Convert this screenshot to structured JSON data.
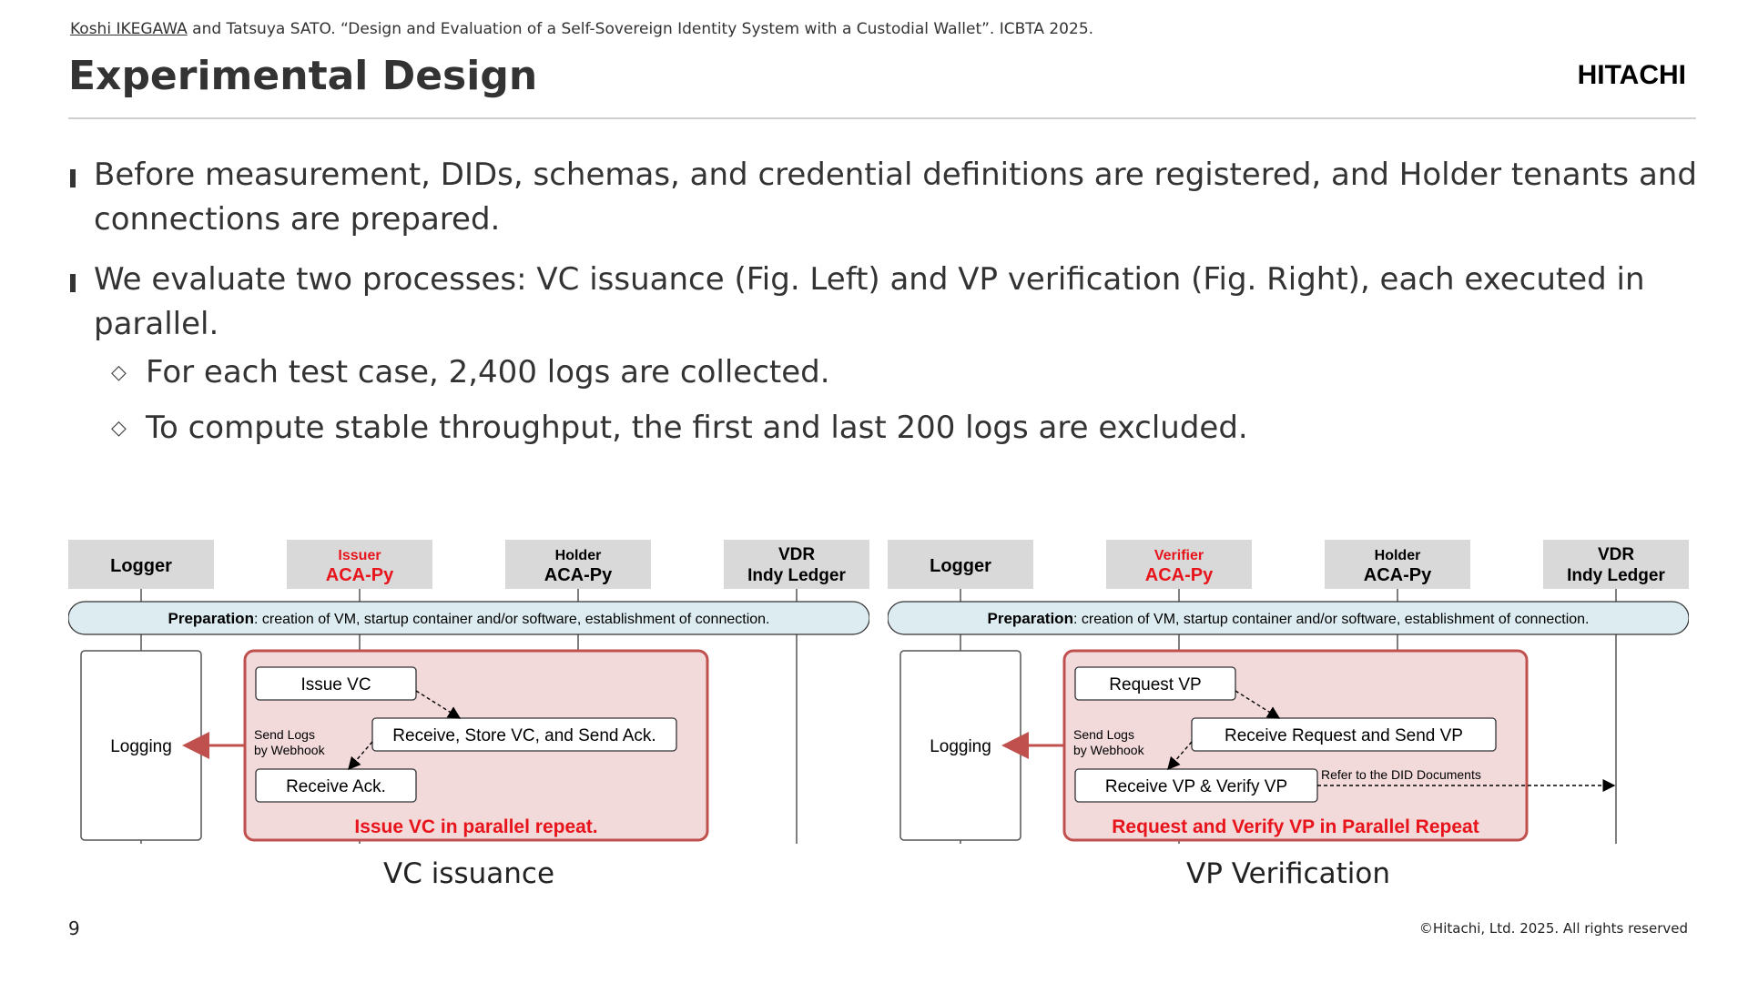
{
  "header": {
    "citation_author": "Koshi IKEGAWA",
    "citation_rest": " and Tatsuya SATO. “Design and Evaluation of a Self-Sovereign Identity System with a Custodial Wallet”. ICBTA 2025.",
    "title": "Experimental Design",
    "logo": "HITACHI"
  },
  "bullets": [
    "Before measurement, DIDs, schemas, and credential definitions are registered, and Holder tenants and connections are prepared.",
    "We evaluate two processes: VC issuance (Fig. Left) and VP verification (Fig. Right), each executed in parallel."
  ],
  "sub_bullets": [
    "For each test case, 2,400 logs are collected.",
    "To compute stable throughput, the first and last 200 logs are excluded."
  ],
  "sub_marker": "◇",
  "diagrams": {
    "left": {
      "caption": "VC issuance",
      "lane_logger": "Logger",
      "lane_2_top": "Issuer",
      "lane_2_bottom": "ACA-Py",
      "lane_3_top": "Holder",
      "lane_3_bottom": "ACA-Py",
      "lane_4_top": "VDR",
      "lane_4_bottom": "Indy Ledger",
      "prep_bold": "Preparation",
      "prep_text": ": creation of VM, startup container and/or software, establishment of connection.",
      "logging": "Logging",
      "webhook_1": "Send Logs",
      "webhook_2": "by Webhook",
      "step_1": "Issue VC",
      "step_2": "Receive, Store VC, and Send Ack.",
      "step_3": "Receive Ack.",
      "loop_label": "Issue VC in parallel repeat."
    },
    "right": {
      "caption": "VP Verification",
      "lane_logger": "Logger",
      "lane_2_top": "Verifier",
      "lane_2_bottom": "ACA-Py",
      "lane_3_top": "Holder",
      "lane_3_bottom": "ACA-Py",
      "lane_4_top": "VDR",
      "lane_4_bottom": "Indy Ledger",
      "prep_bold": "Preparation",
      "prep_text": ": creation of VM, startup container and/or software, establishment of connection.",
      "logging": "Logging",
      "webhook_1": "Send Logs",
      "webhook_2": "by Webhook",
      "step_1": "Request VP",
      "step_2": "Receive Request and Send VP",
      "step_3": "Receive VP & Verify VP",
      "ref_note": "Refer to the DID Documents",
      "loop_label": "Request and Verify VP in Parallel Repeat"
    }
  },
  "footer": {
    "page_number": "9",
    "copyright": "©Hitachi, Ltd. 2025. All rights reserved"
  },
  "colors": {
    "accent_red": "#e8141c",
    "loop_fill": "#f2d9da",
    "loop_border": "#c0504d",
    "prep_fill": "#dcecf1",
    "header_fill": "#d9d9d9"
  }
}
